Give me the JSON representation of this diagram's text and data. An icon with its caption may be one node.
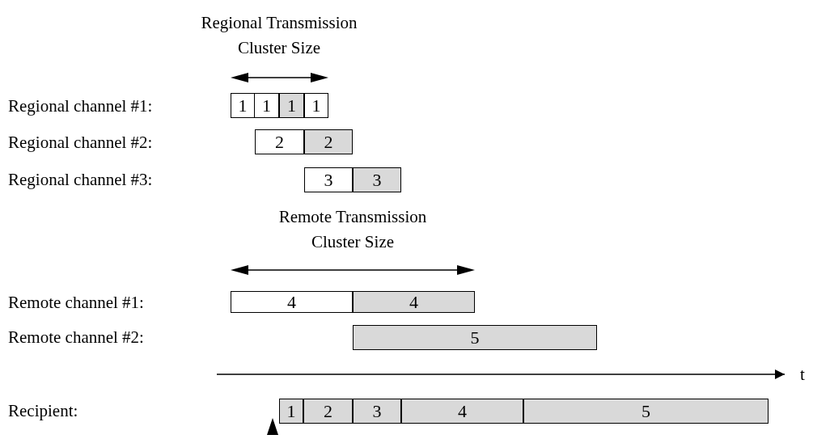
{
  "diagram": {
    "nodes": [
      {
        "text": [
          "1"
        ]
      },
      {
        "text": [
          "1"
        ]
      },
      {
        "text": [
          "1"
        ]
      },
      {
        "text": [
          "1"
        ]
      },
      {
        "text": [
          "2"
        ]
      },
      {
        "text": [
          "2"
        ]
      },
      {
        "text": [
          "3"
        ]
      },
      {
        "text": [
          "3"
        ]
      },
      {
        "text": [
          "4"
        ]
      },
      {
        "text": [
          "4"
        ]
      },
      {
        "text": [
          "5"
        ]
      },
      {
        "text": [
          "1"
        ]
      },
      {
        "text": [
          "2"
        ]
      },
      {
        "text": [
          "3"
        ]
      },
      {
        "text": [
          "4"
        ]
      },
      {
        "text": [
          "5"
        ]
      }
    ],
    "labels": [
      "Regional Transmission Cluster Size",
      "Regional channel #1:",
      "Regional channel #2:",
      "Regional channel #3:",
      "Remote Transmission Cluster Size",
      "Remote channel #1:",
      "Remote channel #2:",
      "t",
      "Recipient:"
    ]
  }
}
